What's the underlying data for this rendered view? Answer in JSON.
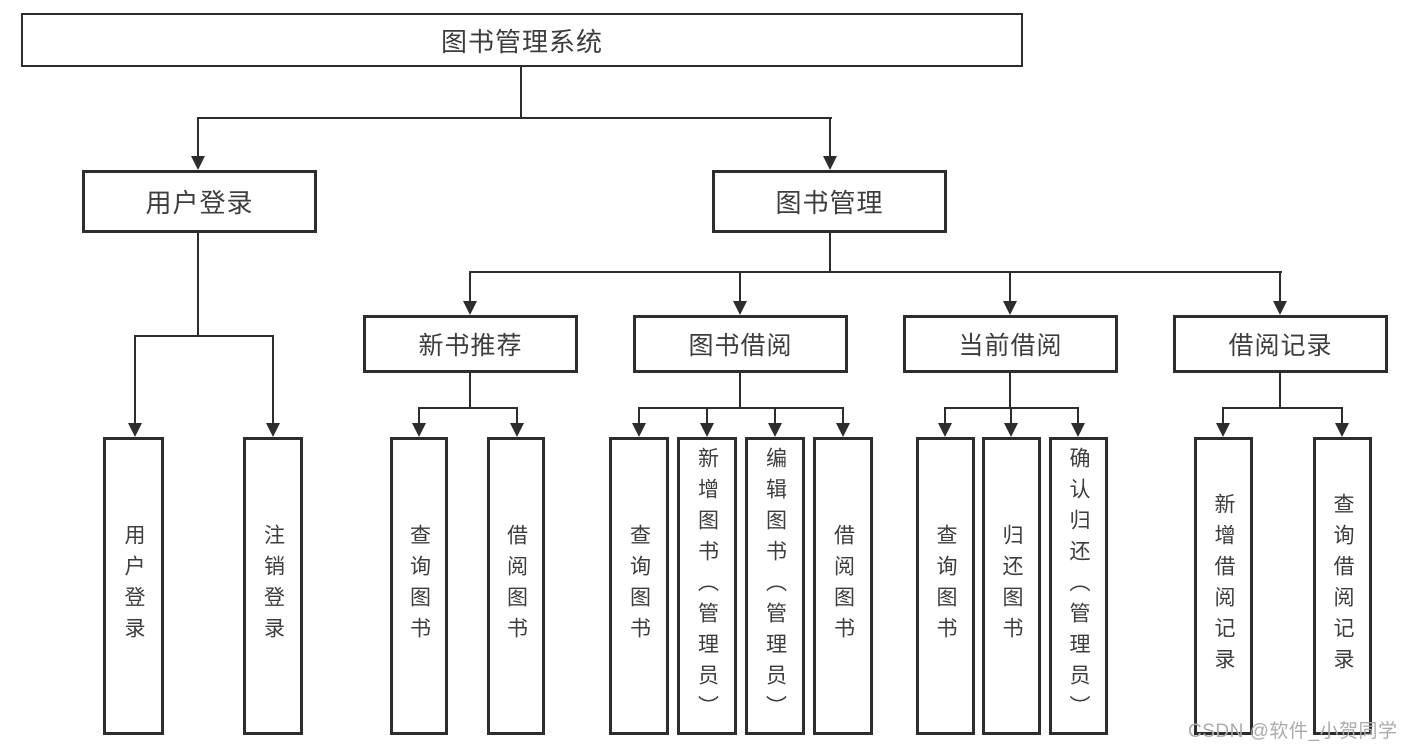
{
  "colors": {
    "line": "#2d2d2d",
    "text": "#3d3d3d",
    "background": "#ffffff",
    "watermark": "#ababab"
  },
  "nodes": {
    "root": "图书管理系统",
    "user_login": "用户登录",
    "book_management": "图书管理",
    "new_book_recommend": "新书推荐",
    "book_borrow": "图书借阅",
    "current_borrow": "当前借阅",
    "borrow_record": "借阅记录",
    "leaf_user_login": "用户登录",
    "leaf_logout": "注销登录",
    "leaf_query_books_a": "查询图书",
    "leaf_borrow_books_a": "借阅图书",
    "leaf_query_books_b": "查询图书",
    "leaf_add_books": "新增图书（管理员）",
    "leaf_edit_books": "编辑图书（管理员）",
    "leaf_borrow_books_b": "借阅图书",
    "leaf_query_books_c": "查询图书",
    "leaf_return_books": "归还图书",
    "leaf_confirm_return": "确认归还（管理员）",
    "leaf_add_record": "新增借阅记录",
    "leaf_query_record": "查询借阅记录"
  },
  "watermark": {
    "text": "CSDN @软件_小贺同学"
  }
}
